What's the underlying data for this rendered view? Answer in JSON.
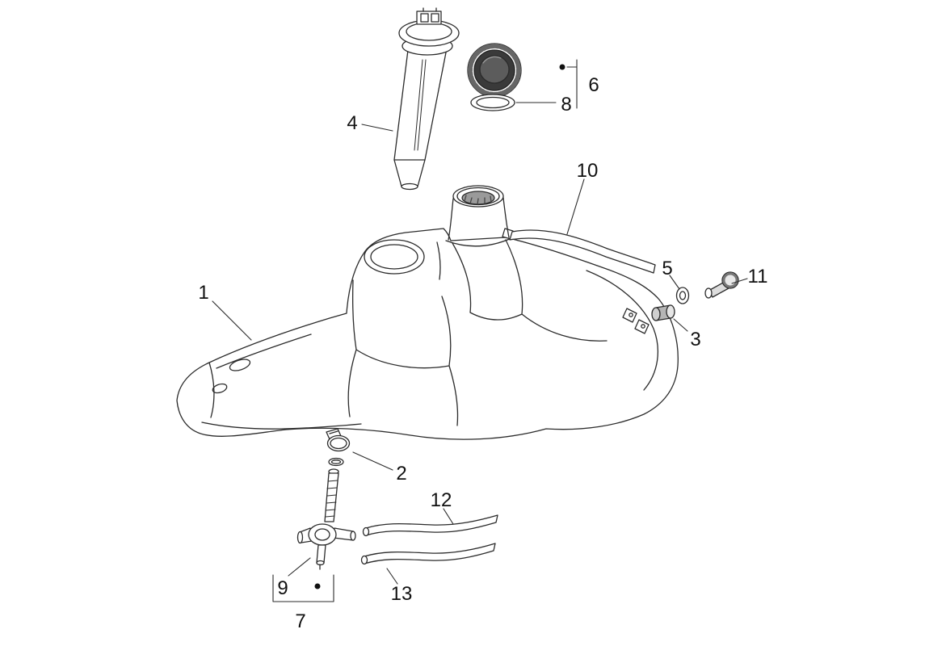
{
  "diagram": {
    "colors": {
      "background": "#ffffff",
      "ink": "#2b2b2b",
      "label": "#111111"
    },
    "callouts": {
      "c1": "1",
      "c2": "2",
      "c3": "3",
      "c4": "4",
      "c5": "5",
      "c6": "6",
      "c7": "7",
      "c8": "8",
      "c9": "9",
      "c10": "10",
      "c11": "11",
      "c12": "12",
      "c13": "13"
    }
  }
}
